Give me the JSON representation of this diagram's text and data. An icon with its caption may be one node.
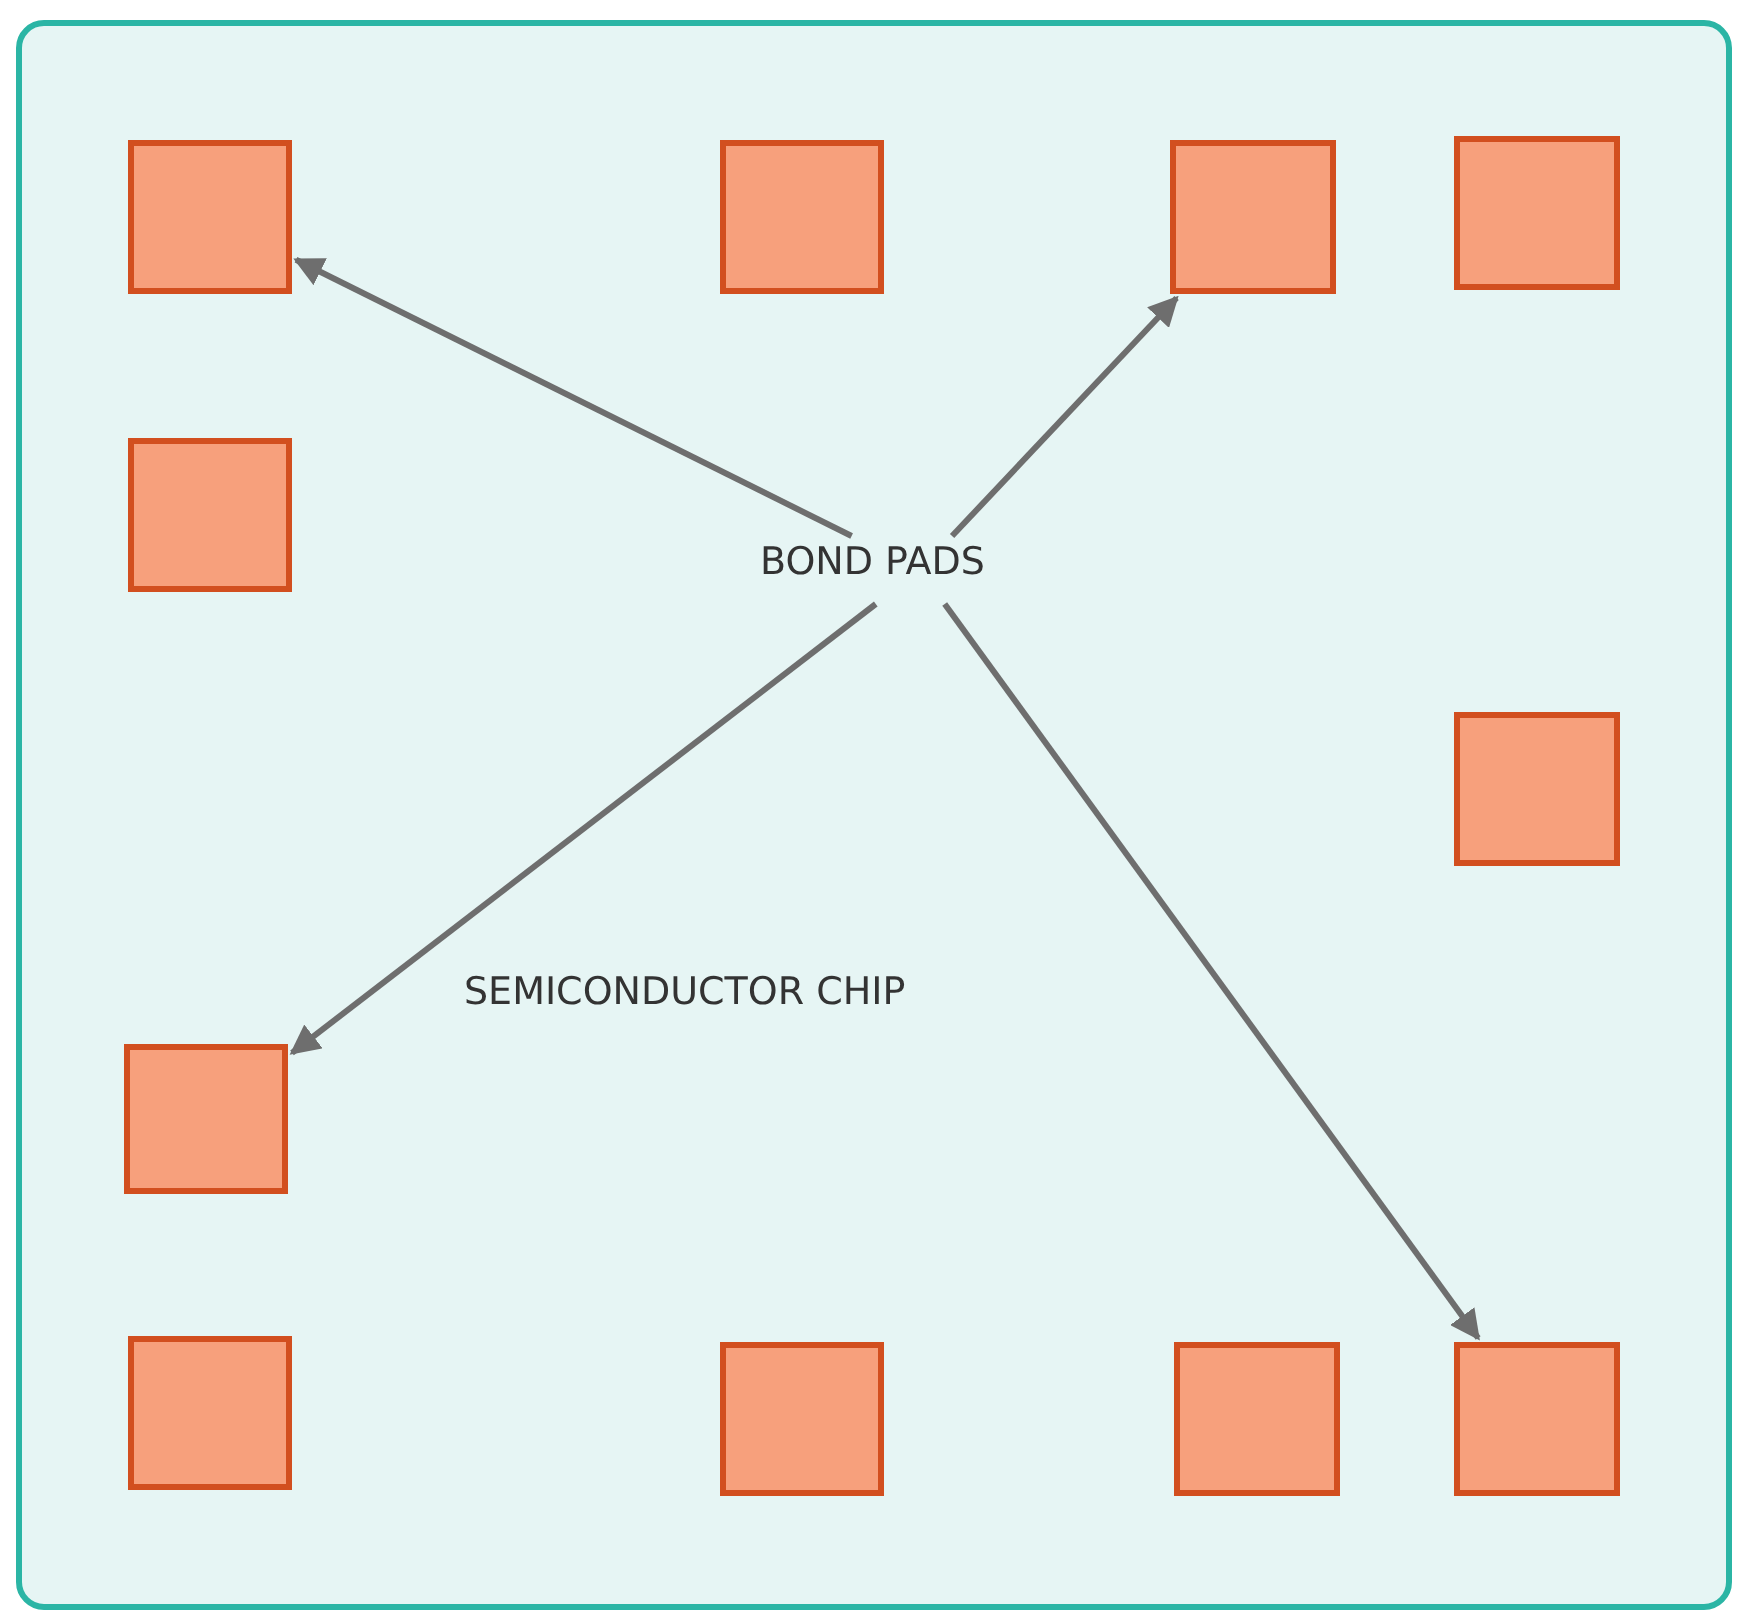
{
  "diagram": {
    "nodes": [
      {
        "text": [
          "SEMICONDUCTOR CHIP"
        ]
      },
      {
        "text": [],
        "shape": "box",
        "in": 0
      },
      {
        "text": [],
        "shape": "box",
        "in": 0
      },
      {
        "text": [],
        "shape": "box",
        "in": 0
      },
      {
        "text": [],
        "shape": "box",
        "in": 0
      },
      {
        "text": [],
        "shape": "box",
        "in": 0
      },
      {
        "text": [
          "BOND PADS"
        ],
        "in": 0
      },
      {
        "text": [],
        "shape": "box",
        "in": 0
      },
      {
        "text": [],
        "shape": "box",
        "in": 0
      },
      {
        "text": [],
        "shape": "box",
        "in": 0
      },
      {
        "text": [],
        "shape": "box",
        "in": 0
      },
      {
        "text": [],
        "shape": "box",
        "in": 0
      },
      {
        "text": [],
        "shape": "box",
        "in": 0
      }
    ],
    "edges": [
      {
        "from": 6,
        "to": 1,
        "arrow": "to"
      },
      {
        "from": 6,
        "to": 3,
        "arrow": "to"
      },
      {
        "from": 6,
        "to": 8,
        "arrow": "to"
      },
      {
        "from": 6,
        "to": 12,
        "arrow": "to"
      }
    ]
  }
}
